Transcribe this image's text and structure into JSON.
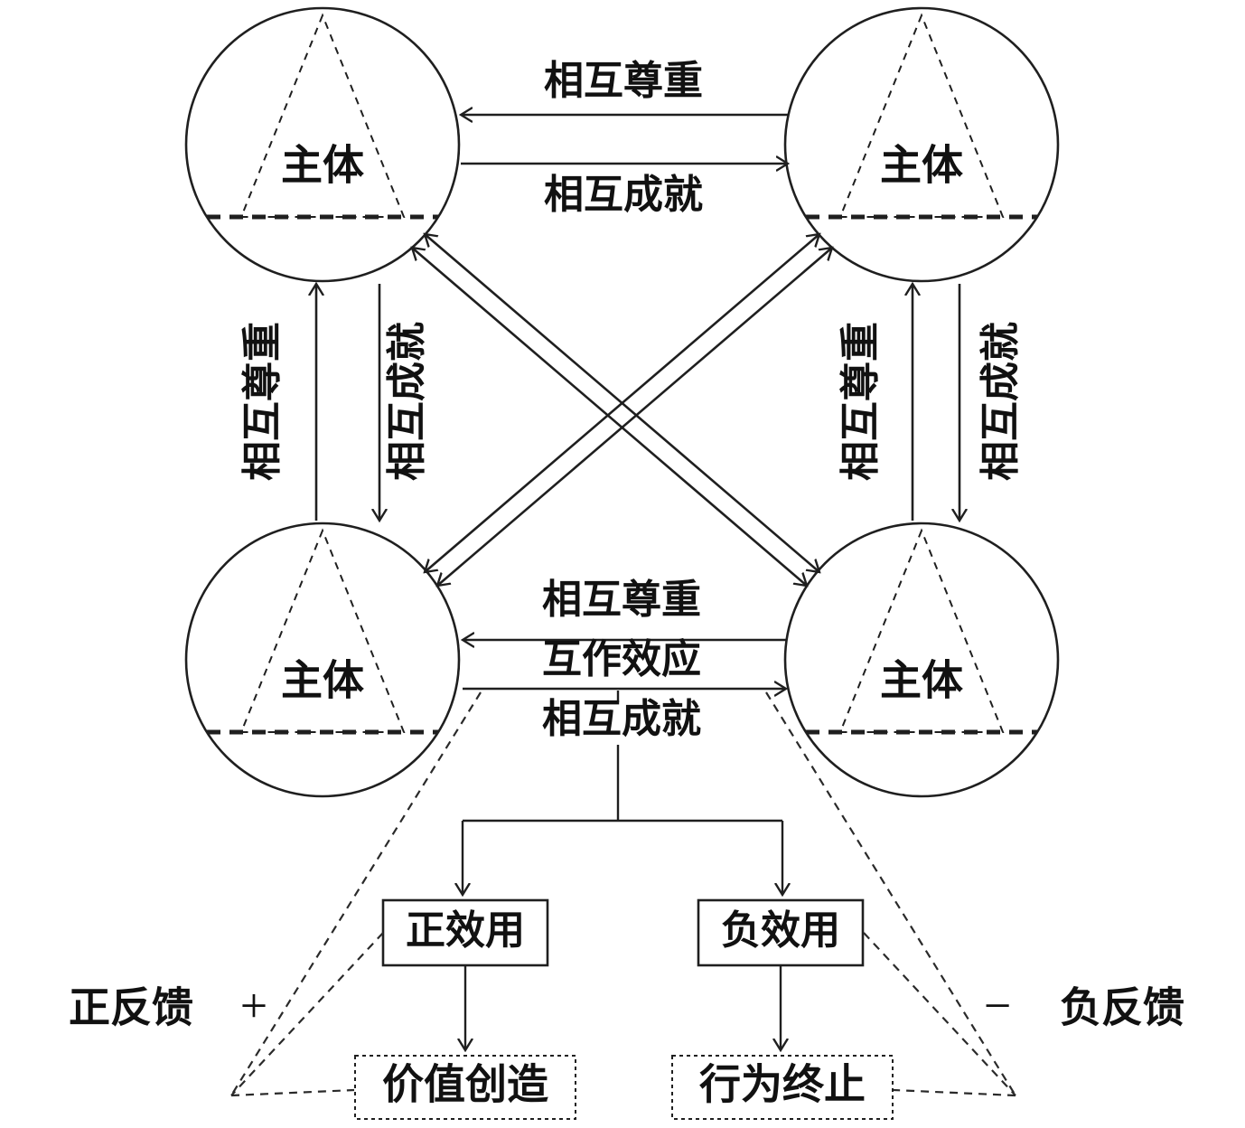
{
  "nodes": {
    "subject_label": "主体"
  },
  "labels": {
    "mutual_respect": "相互尊重",
    "mutual_achievement": "相互成就",
    "interaction_effect": "互作效应"
  },
  "boxes": {
    "positive_utility": "正效用",
    "negative_utility": "负效用",
    "value_creation": "价值创造",
    "behavior_termination": "行为终止"
  },
  "feedback": {
    "positive_label": "正反馈",
    "positive_sign": "+",
    "negative_label": "负反馈",
    "negative_sign": "−"
  },
  "colors": {
    "stroke": "#1f1f1f",
    "text": "#111111",
    "background": "#ffffff"
  }
}
